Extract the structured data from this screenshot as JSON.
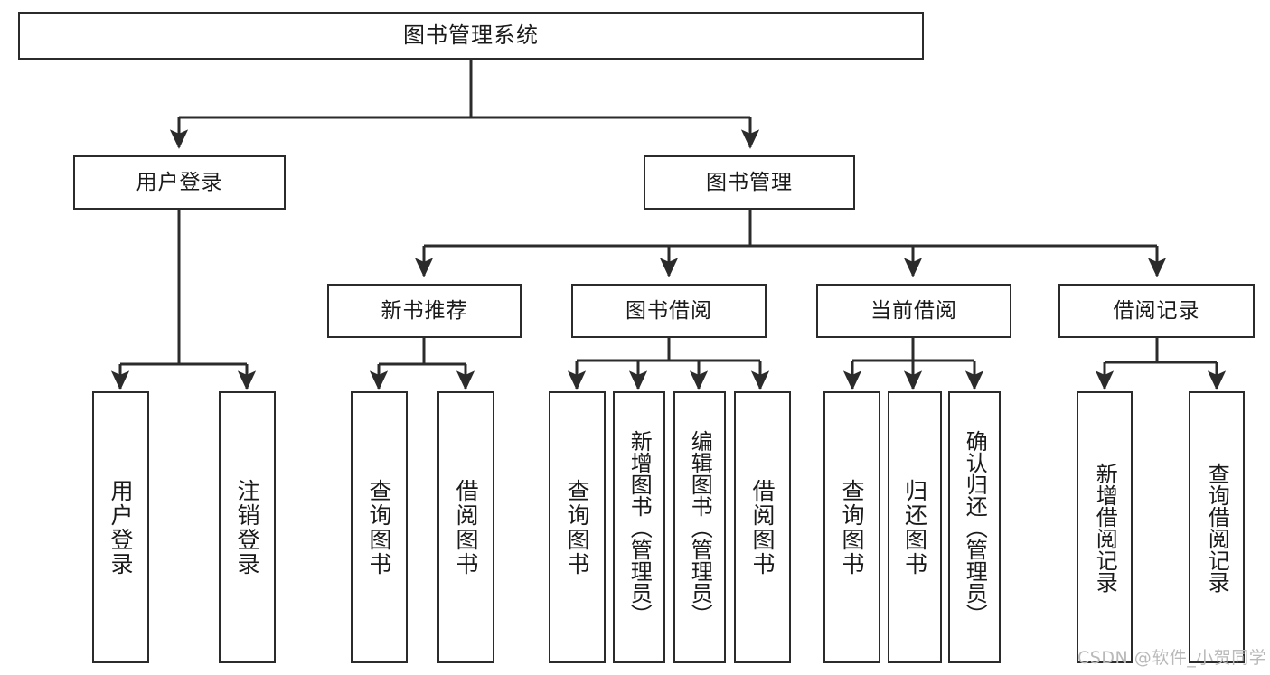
{
  "diagram": {
    "title": "图书管理系统",
    "type": "tree-hierarchy-diagram",
    "accent_color": "#2b2b2b",
    "background_color": "#ffffff",
    "watermark": "CSDN @软件_小贺同学"
  },
  "nodes": {
    "root": {
      "label": "图书管理系统"
    },
    "level2": [
      {
        "label": "用户登录"
      },
      {
        "label": "图书管理"
      }
    ],
    "level3": [
      {
        "label": "新书推荐"
      },
      {
        "label": "图书借阅"
      },
      {
        "label": "当前借阅"
      },
      {
        "label": "借阅记录"
      }
    ],
    "leaves": {
      "user_login": [
        {
          "label": "用户登录"
        },
        {
          "label": "注销登录"
        }
      ],
      "new_book_recommend": [
        {
          "label": "查询图书"
        },
        {
          "label": "借阅图书"
        }
      ],
      "book_borrow": [
        {
          "label": "查询图书"
        },
        {
          "label": "新增图书（管理员）"
        },
        {
          "label": "编辑图书（管理员）"
        },
        {
          "label": "借阅图书"
        }
      ],
      "current_borrow": [
        {
          "label": "查询图书"
        },
        {
          "label": "归还图书"
        },
        {
          "label": "确认归还（管理员）"
        }
      ],
      "borrow_record": [
        {
          "label": "新增借阅记录"
        },
        {
          "label": "查询借阅记录"
        }
      ]
    }
  },
  "chart_data": {
    "type": "table",
    "title": "图书管理系统 功能结构图",
    "hierarchy": [
      {
        "label": "图书管理系统",
        "children": [
          {
            "label": "用户登录",
            "children": [
              {
                "label": "用户登录"
              },
              {
                "label": "注销登录"
              }
            ]
          },
          {
            "label": "图书管理",
            "children": [
              {
                "label": "新书推荐",
                "children": [
                  {
                    "label": "查询图书"
                  },
                  {
                    "label": "借阅图书"
                  }
                ]
              },
              {
                "label": "图书借阅",
                "children": [
                  {
                    "label": "查询图书"
                  },
                  {
                    "label": "新增图书（管理员）"
                  },
                  {
                    "label": "编辑图书（管理员）"
                  },
                  {
                    "label": "借阅图书"
                  }
                ]
              },
              {
                "label": "当前借阅",
                "children": [
                  {
                    "label": "查询图书"
                  },
                  {
                    "label": "归还图书"
                  },
                  {
                    "label": "确认归还（管理员）"
                  }
                ]
              },
              {
                "label": "借阅记录",
                "children": [
                  {
                    "label": "新增借阅记录"
                  },
                  {
                    "label": "查询借阅记录"
                  }
                ]
              }
            ]
          }
        ]
      }
    ]
  }
}
